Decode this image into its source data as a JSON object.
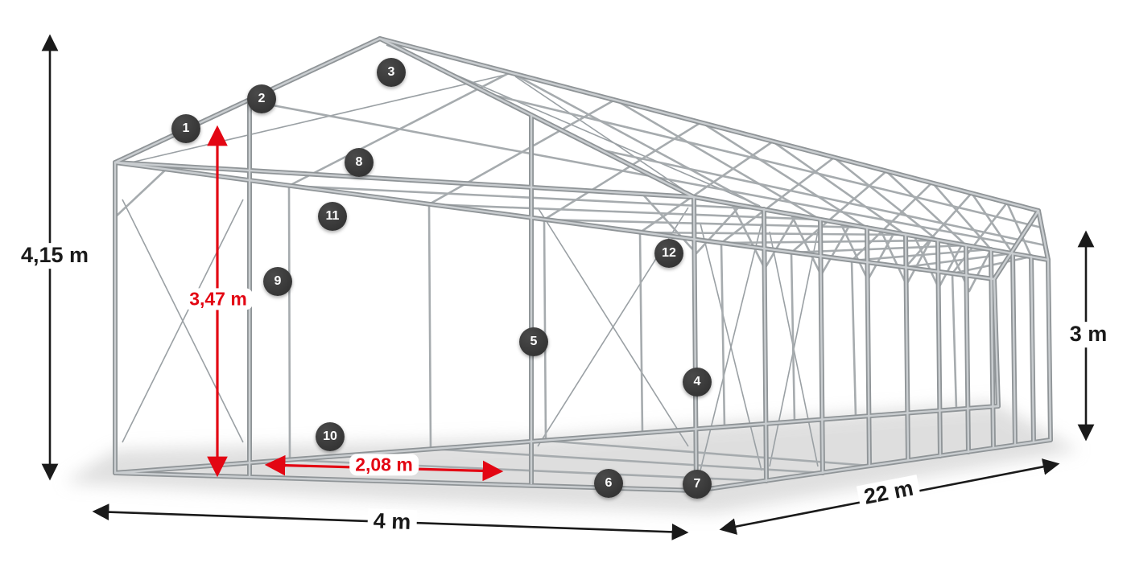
{
  "figure": {
    "description": "Exploded wireframe illustration of a gabled storage tent steel frame with numbered part callouts and dimension arrows",
    "colors": {
      "background": "#ffffff",
      "frame_tube_dark": "#8f9497",
      "frame_tube_light": "#c9cdd0",
      "frame_secondary": "#a6abae",
      "cable": "#9aa0a4",
      "badge_bg": "#333333",
      "badge_text": "#ffffff",
      "dimension_black": "#1a1a1a",
      "dimension_red": "#e30613",
      "shadow": "#bfbfbf"
    },
    "callouts": [
      "1",
      "2",
      "3",
      "4",
      "5",
      "6",
      "7",
      "8",
      "9",
      "10",
      "11",
      "12"
    ],
    "dimensions": {
      "total_height": "4,15 m",
      "side_height": "3 m",
      "width": "4 m",
      "length": "22 m",
      "clear_height": "3,47 m",
      "passage_width": "2,08 m"
    }
  }
}
